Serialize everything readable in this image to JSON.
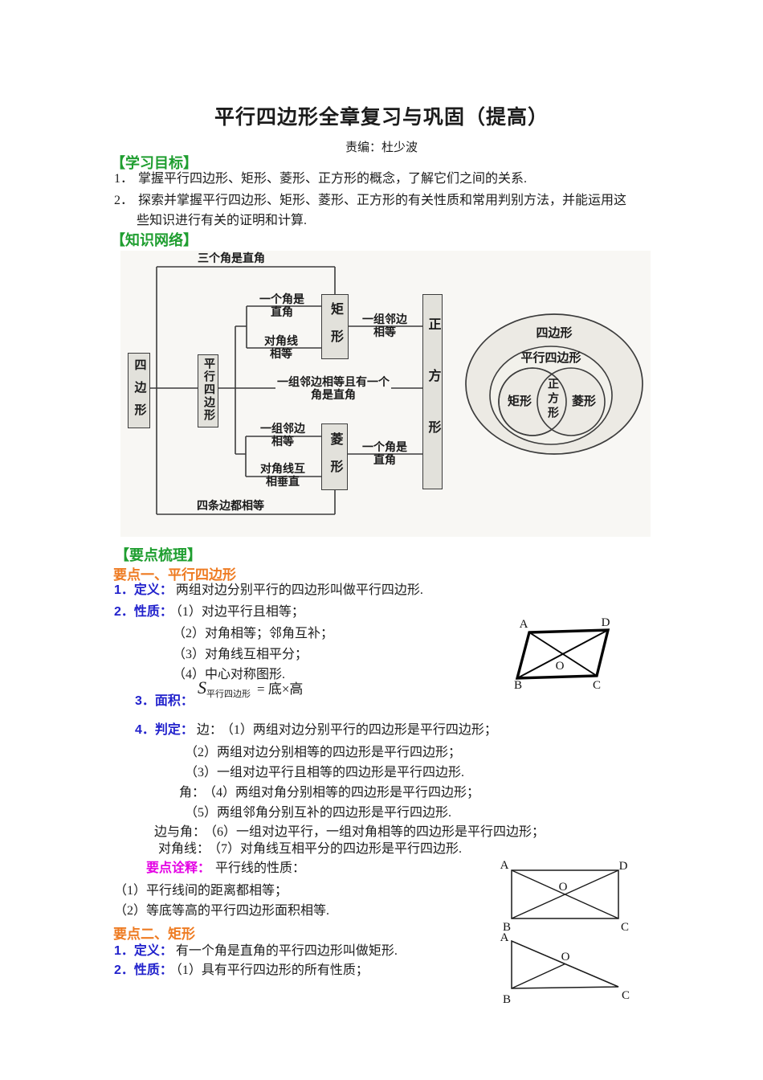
{
  "colors": {
    "heading_green": "#1f9e30",
    "topic_orange": "#ee7b22",
    "label_blue": "#2222cc",
    "note_magenta": "#e400e4",
    "node_fill": "#e2e1db",
    "line_dark": "#3c3c3c"
  },
  "header": {
    "title": "平行四边形全章复习与巩固（提高）",
    "byline": "责编：杜少波"
  },
  "goals": {
    "heading": "【学习目标】",
    "item1_no": "1．",
    "item1": "掌握平行四边形、矩形、菱形、正方形的概念，了解它们之间的关系.",
    "item2_no": "2．",
    "item2": "探索并掌握平行四边形、矩形、菱形、正方形的有关性质和常用判别方法，并能运用这",
    "item2b": "些知识进行有关的证明和计算."
  },
  "network": {
    "heading": "【知识网络】",
    "flowchart": {
      "nodes": {
        "quad": "四边形",
        "para": "平行四边形",
        "rect": "矩形",
        "rhombus": "菱形",
        "square": "正方形"
      },
      "edge_top": "三个角是直角",
      "edge_bottom": "四条边都相等",
      "cond_rect1a": "一个角是",
      "cond_rect1b": "直角",
      "cond_rect2a": "对角线",
      "cond_rect2b": "相等",
      "cond_rect_sq_a": "一组邻边",
      "cond_rect_sq_b": "相等",
      "cond_mid_a": "一组邻边相等且有一个",
      "cond_mid_b": "角是直角",
      "cond_rh1a": "一组邻边",
      "cond_rh1b": "相等",
      "cond_rh2a": "对角线互",
      "cond_rh2b": "相垂直",
      "cond_rh_sq_a": "一个角是",
      "cond_rh_sq_b": "直角"
    },
    "venn": {
      "outer": "四边形",
      "inner": "平行四边形",
      "left": "矩形",
      "right": "菱形",
      "center": "正方形"
    }
  },
  "outline": {
    "heading": "【要点梳理】",
    "topic1": {
      "title": "要点一、平行四边形",
      "def_label": "1．定义：",
      "def_text": "两组对边分别平行的四边形叫做平行四边形.",
      "prop_label": "2．性质：",
      "prop1": "（1）对边平行且相等；",
      "prop2": "（2）对角相等；邻角互补；",
      "prop3": "（3）对角线互相平分；",
      "prop4": "（4）中心对称图形.",
      "area_label": "3．面积：",
      "area_S": "S",
      "area_sub": "平行四边形",
      "area_eq": "= 底×高",
      "judge_label": "4．判定：",
      "judge_side_label": "边：",
      "judge1": "（1）两组对边分别平行的四边形是平行四边形；",
      "judge2": "（2）两组对边分别相等的四边形是平行四边形；",
      "judge3": "（3）一组对边平行且相等的四边形是平行四边形.",
      "judge_angle_label": "角：",
      "judge4": "（4）两组对角分别相等的四边形是平行四边形；",
      "judge5": "（5）两组邻角分别互补的四边形是平行四边形.",
      "judge_sa_label": "边与角：",
      "judge6": "（6）一组对边平行，一组对角相等的四边形是平行四边形；",
      "judge_diag_label": "对角线：",
      "judge7": "（7）对角线互相平分的四边形是平行四边形.",
      "note_label": "要点诠释：",
      "note_text": "平行线的性质：",
      "note1": "（1）平行线间的距离都相等；",
      "note2": "（2）等底等高的平行四边形面积相等."
    },
    "topic2": {
      "title": "要点二、矩形",
      "def_label": "1．定义：",
      "def_text": "有一个角是直角的平行四边形叫做矩形.",
      "prop_label": "2．性质：",
      "prop1": "（1）具有平行四边形的所有性质；"
    }
  },
  "figures": {
    "labels": {
      "A": "A",
      "B": "B",
      "C": "C",
      "D": "D",
      "O": "O"
    }
  }
}
